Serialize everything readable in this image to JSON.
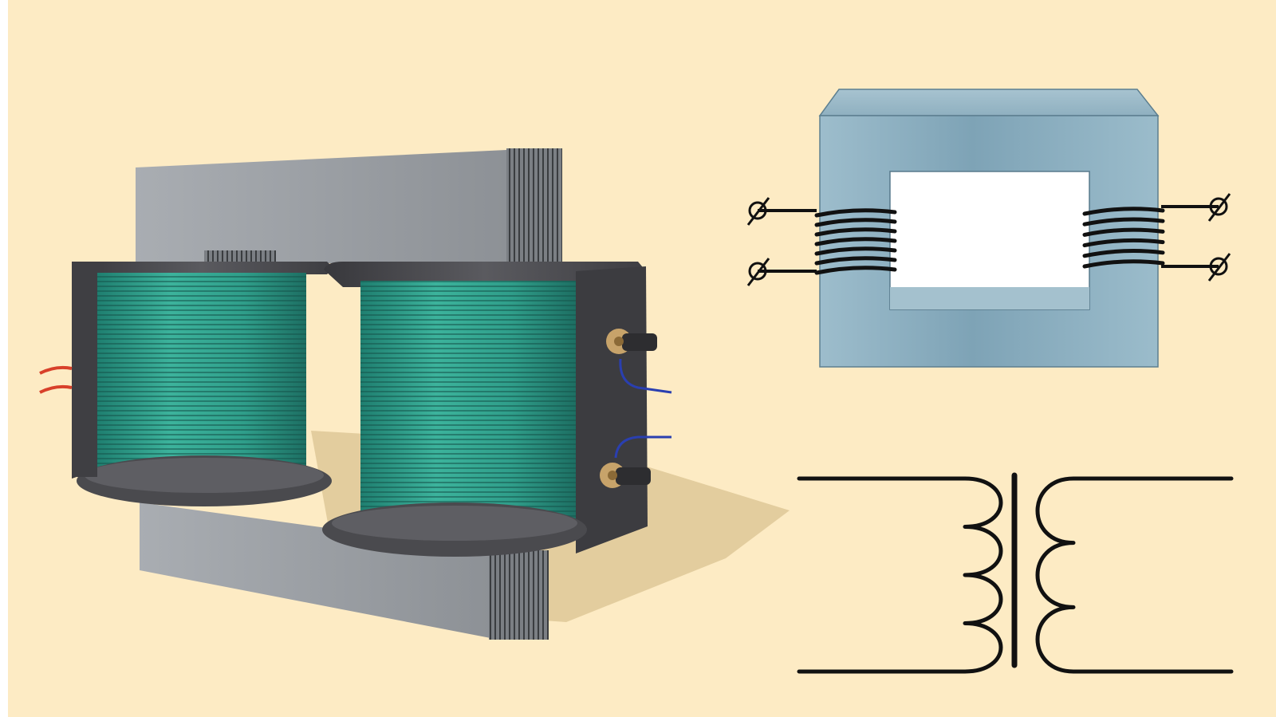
{
  "colors": {
    "background": "#fdebc4",
    "core_gray": "#9a9ea3",
    "core_blue": "#85a9bb",
    "winding_green": "#2f9e8a",
    "bobbin_dark": "#4c4c50",
    "wire_black": "#111111",
    "lead_red": "#d8402a",
    "lead_blue": "#2a3fb0",
    "shadow": "#e3cd9e"
  },
  "icons": {
    "terminal": "terminal-circle-slash-icon",
    "screw": "screw-terminal-icon"
  },
  "diagram": {
    "primary_turns_symbol": 4,
    "secondary_turns_symbol": 3,
    "primary_turns_sketch": 7,
    "secondary_turns_sketch": 6
  }
}
